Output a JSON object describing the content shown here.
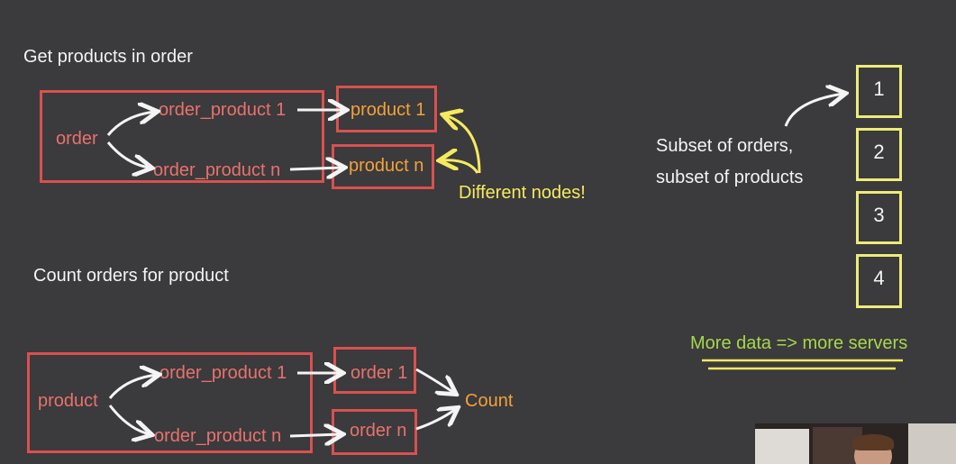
{
  "section_top": {
    "title": "Get products in order",
    "root": "order",
    "join_1": "order_product 1",
    "join_n": "order_product n",
    "target_1": "product 1",
    "target_n": "product n",
    "note": "Different nodes!"
  },
  "section_bottom": {
    "title": "Count orders for product",
    "root": "product",
    "join_1": "order_product 1",
    "join_n": "order_product n",
    "target_1": "order 1",
    "target_n": "order n",
    "result": "Count"
  },
  "servers": {
    "caption_line1": "Subset of orders,",
    "caption_line2": "subset of products",
    "nodes": [
      "1",
      "2",
      "3",
      "4"
    ],
    "footer": "More data => more servers"
  },
  "colors": {
    "background": "#3b3a3c",
    "box_red": "#d9514e",
    "text_red": "#e8726e",
    "text_orange": "#f2a23a",
    "note_yellow": "#f5ea5f",
    "server_yellow": "#ecec7a",
    "footer_green": "#a6d84a"
  }
}
